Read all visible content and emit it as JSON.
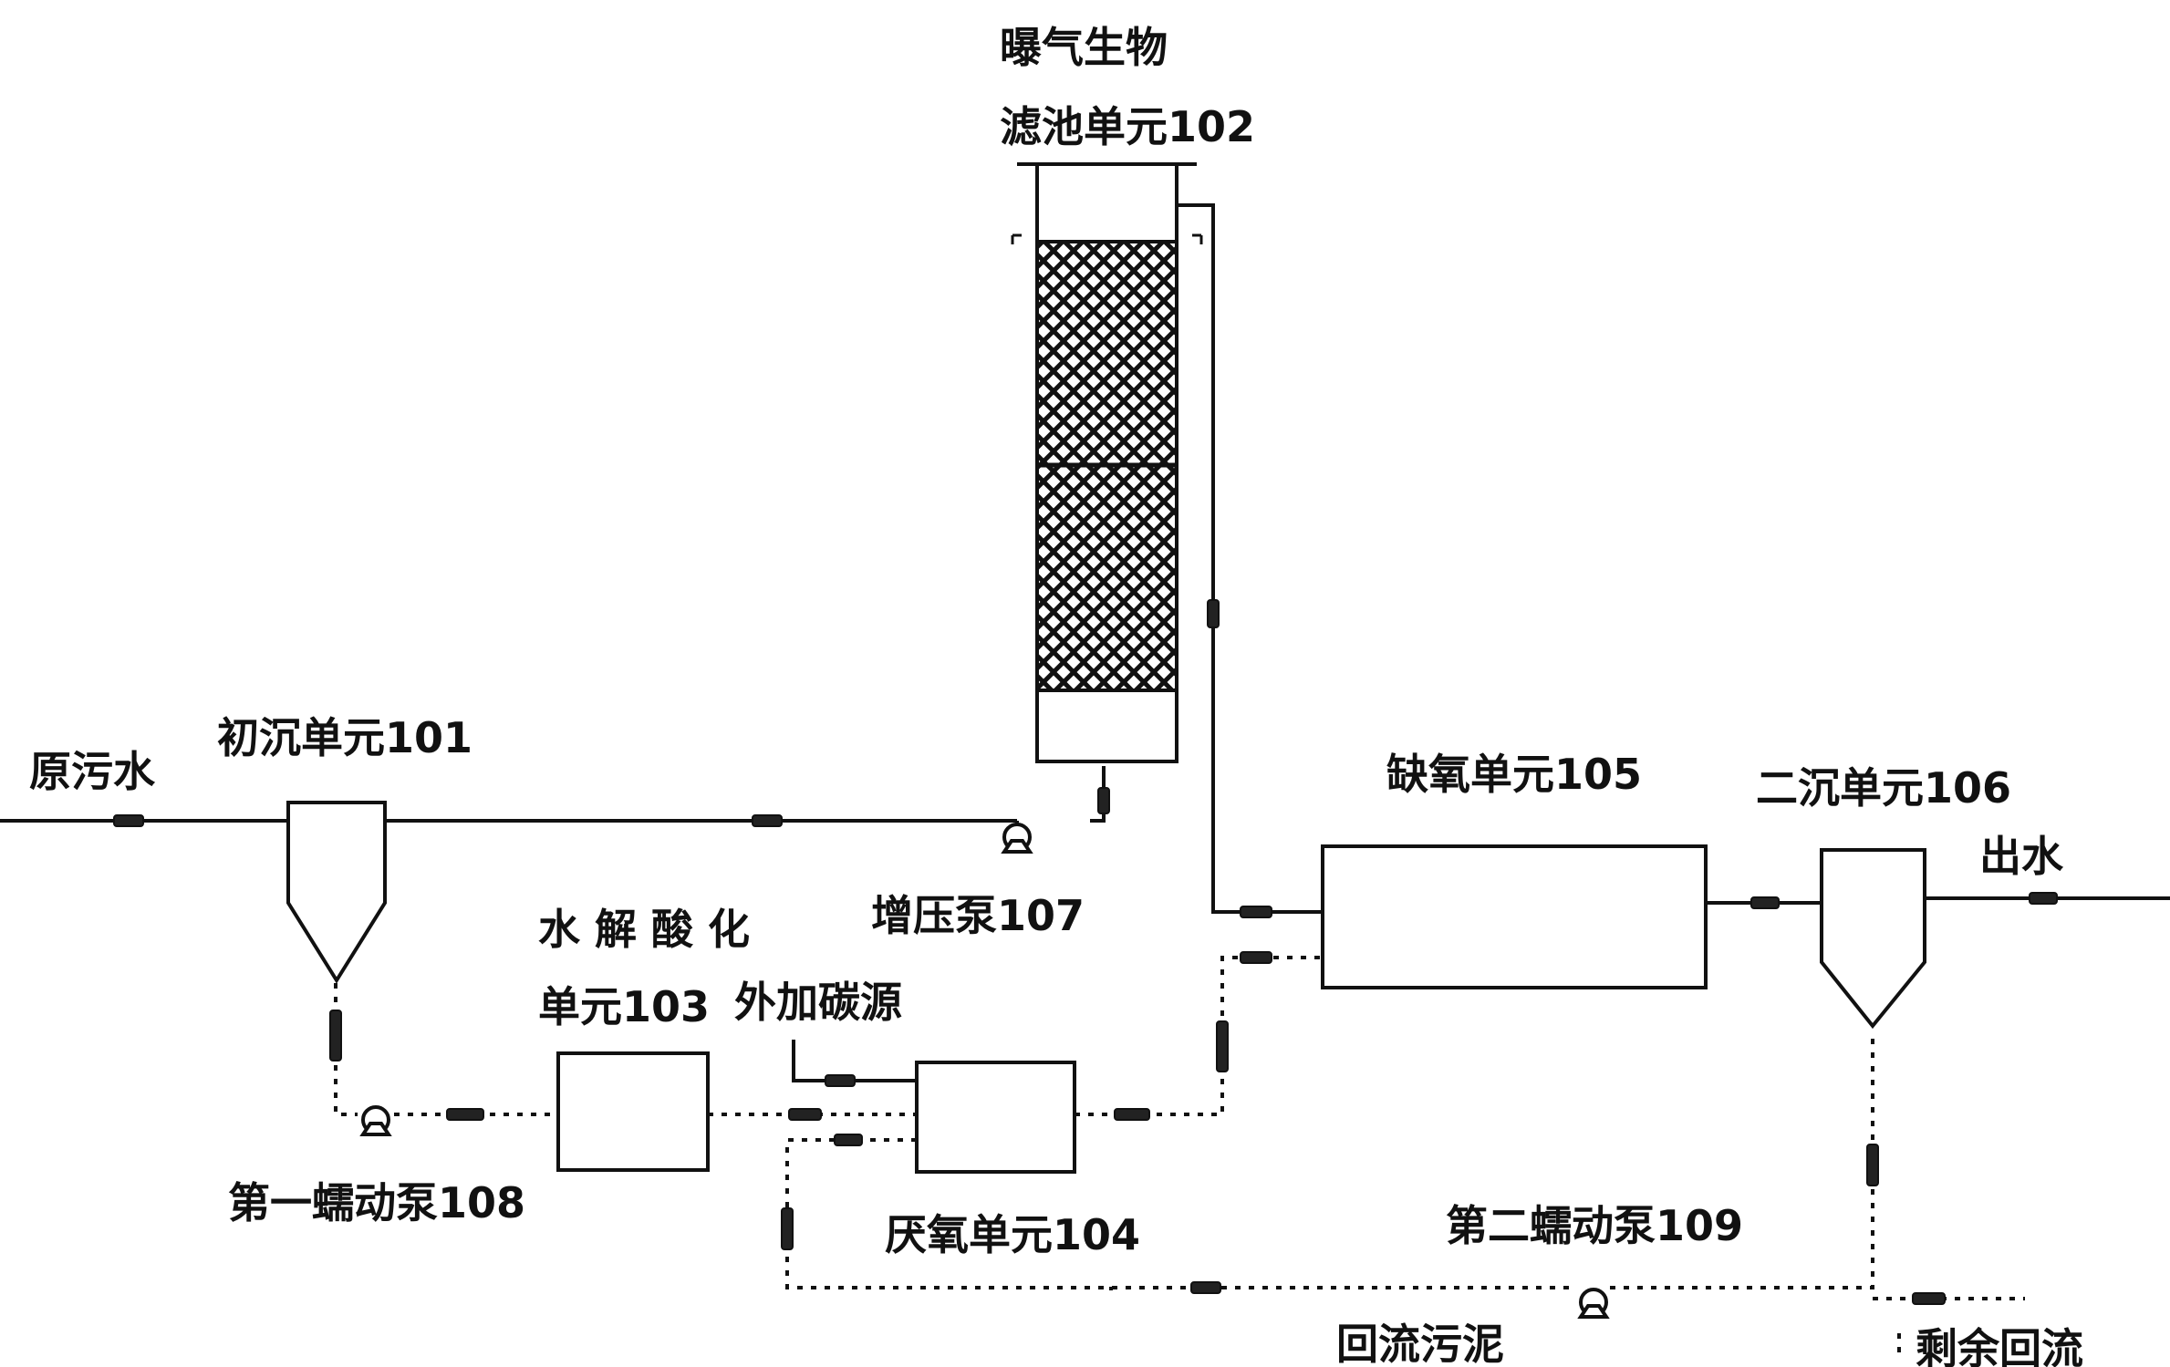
{
  "labels": {
    "raw_sewage": "原污水",
    "primary_settling": "初沉单元101",
    "baf_line1": "曝气生物",
    "baf_line2": "滤池单元102",
    "hydrolysis_line1": "水 解 酸 化",
    "hydrolysis_line2": "单元103",
    "anaerobic": "厌氧单元104",
    "anoxic": "缺氧单元105",
    "secondary_settling": "二沉单元106",
    "booster_pump": "增压泵107",
    "peristaltic_pump_1": "第一蠕动泵108",
    "peristaltic_pump_2": "第二蠕动泵109",
    "external_carbon": "外加碳源",
    "effluent": "出水",
    "return_sludge": "回流污泥",
    "excess_return": "剩余回流"
  }
}
